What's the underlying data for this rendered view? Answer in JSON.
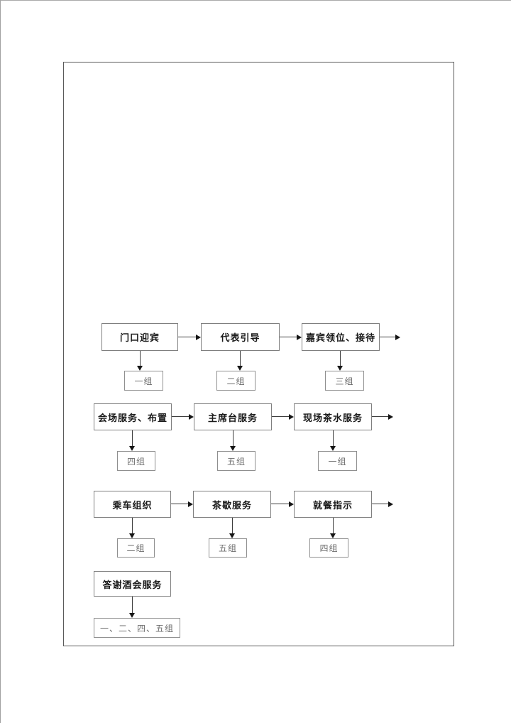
{
  "flowchart": {
    "rows": [
      {
        "steps": [
          {
            "label": "门口迎宾",
            "group": "一组"
          },
          {
            "label": "代表引导",
            "group": "二组"
          },
          {
            "label": "嘉宾领位、接待",
            "group": "三组"
          }
        ]
      },
      {
        "steps": [
          {
            "label": "会场服务、布置",
            "group": "四组"
          },
          {
            "label": "主席台服务",
            "group": "五组"
          },
          {
            "label": "现场茶水服务",
            "group": "一组"
          }
        ]
      },
      {
        "steps": [
          {
            "label": "乘车组织",
            "group": "二组"
          },
          {
            "label": "茶歇服务",
            "group": "五组"
          },
          {
            "label": "就餐指示",
            "group": "四组"
          }
        ]
      },
      {
        "steps": [
          {
            "label": "答谢酒会服务",
            "group": "一、二、四、五组"
          }
        ]
      }
    ]
  },
  "colors": {
    "page_background": "#ffffff",
    "frame_border": "#5a5a5a",
    "step_border": "#7f7f7f",
    "step_text": "#1a1a1a",
    "group_border": "#8f8f8f",
    "group_text": "#6e6e6e",
    "arrow": "#151515"
  }
}
